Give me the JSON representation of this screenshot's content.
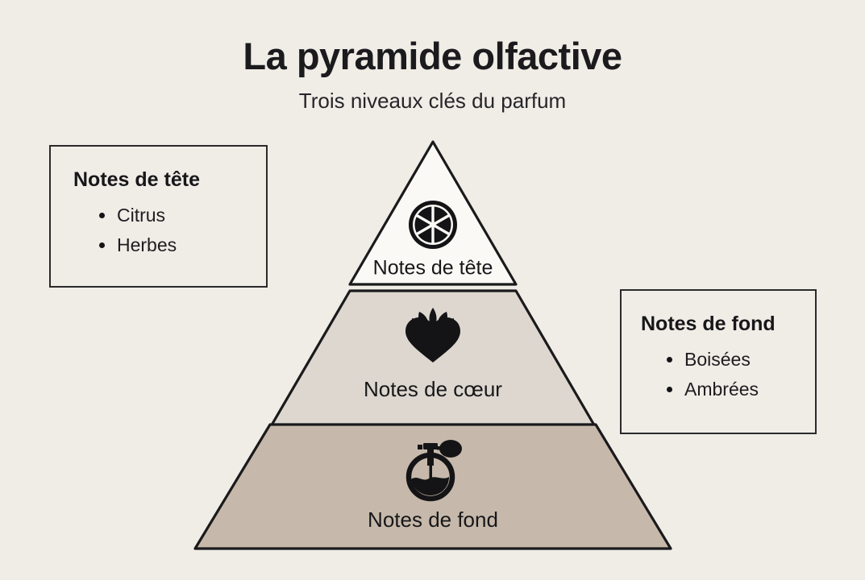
{
  "header": {
    "title": "La pyramide olfactive",
    "subtitle": "Trois niveaux clés du parfum"
  },
  "colors": {
    "background": "#f0ece6",
    "tier_top_fill": "#fbf9f5",
    "tier_heart_fill": "#ddd7cf",
    "tier_base_fill": "#c6b9ab",
    "outline": "#1a1a1c",
    "text": "#17171a"
  },
  "pyramid": {
    "tiers": [
      {
        "id": "top",
        "label": "Notes de tête",
        "icon": "citrus-slice-icon",
        "fill": "#fbf9f5"
      },
      {
        "id": "heart",
        "label": "Notes de cœur",
        "icon": "heart-with-leaves-icon",
        "fill": "#ddd7cf"
      },
      {
        "id": "base",
        "label": "Notes de fond",
        "icon": "perfume-bottle-icon",
        "fill": "#c6b9ab"
      }
    ]
  },
  "boxes": {
    "top_notes": {
      "heading": "Notes de tête",
      "items": [
        "Citrus",
        "Herbes"
      ]
    },
    "base_notes": {
      "heading": "Notes de fond",
      "items": [
        "Boisées",
        "Ambrées"
      ]
    }
  }
}
